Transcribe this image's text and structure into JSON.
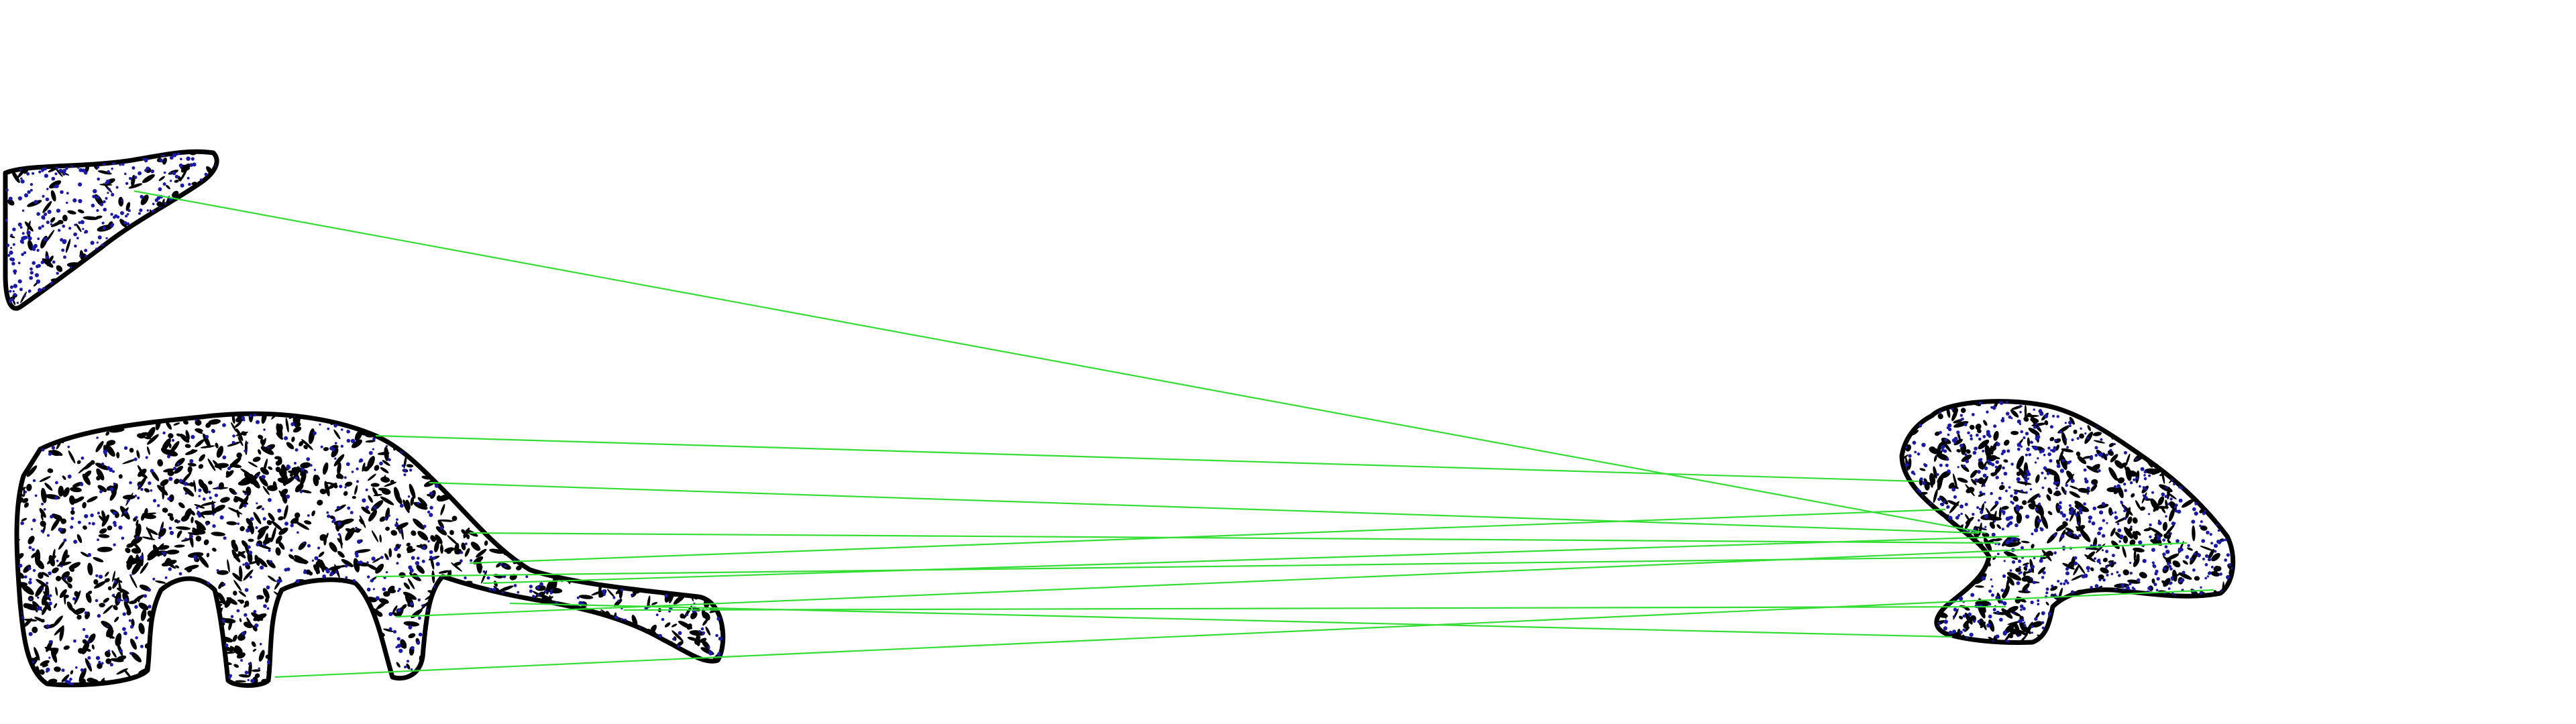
{
  "colors": {
    "background": "#ffffff",
    "outline": "#000000",
    "match_line": "#33dd33",
    "keypoint": "#1a1aa8",
    "texture": "#000000"
  },
  "shapes": [
    {
      "name": "fragment-small-triangle"
    },
    {
      "name": "fragment-elongated-body"
    },
    {
      "name": "fragment-crouching-body"
    }
  ],
  "match_count": 11
}
